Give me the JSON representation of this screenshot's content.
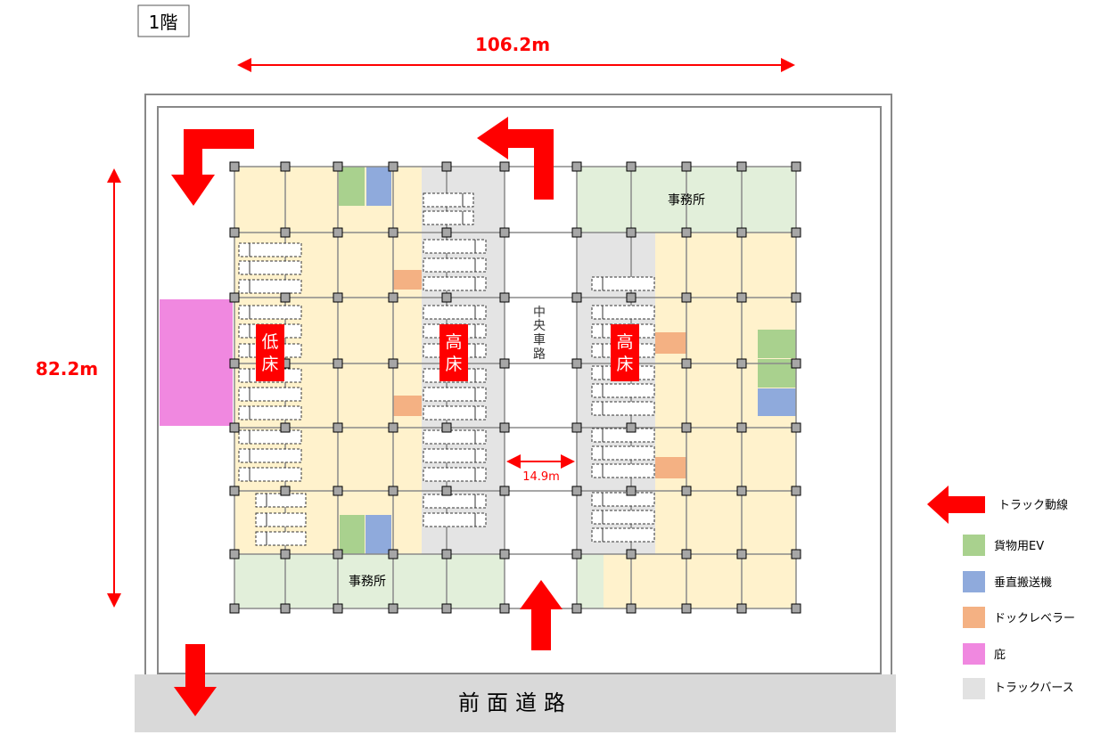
{
  "floor_label": "1階",
  "width_dimension": "106.2m",
  "depth_dimension": "82.2m",
  "road_width_dimension": "14.9m",
  "front_road": "前面道路",
  "central_road": [
    "中",
    "央",
    "車",
    "路"
  ],
  "office_top": "事務所",
  "office_bottom": "事務所",
  "low_floor": [
    "低",
    "床"
  ],
  "high_floor_left": [
    "高",
    "床"
  ],
  "high_floor_right": [
    "高",
    "床"
  ],
  "legend": [
    {
      "label": "トラック動線",
      "icon": "red-arrow-left-icon",
      "color": "#ff0000"
    },
    {
      "label": "貨物用EV",
      "color": "#a9d18e"
    },
    {
      "label": "垂直搬送機",
      "color": "#8faadc"
    },
    {
      "label": "ドックレベラー",
      "color": "#f4b183"
    },
    {
      "label": "庇",
      "color": "#f088e0"
    },
    {
      "label": "トラックバース",
      "color": "#e2e2e2"
    }
  ],
  "colors": {
    "accent": "#ff0000",
    "warehouse": "#fff2cc",
    "office": "#e2efda",
    "berth": "#e2e2e2"
  }
}
